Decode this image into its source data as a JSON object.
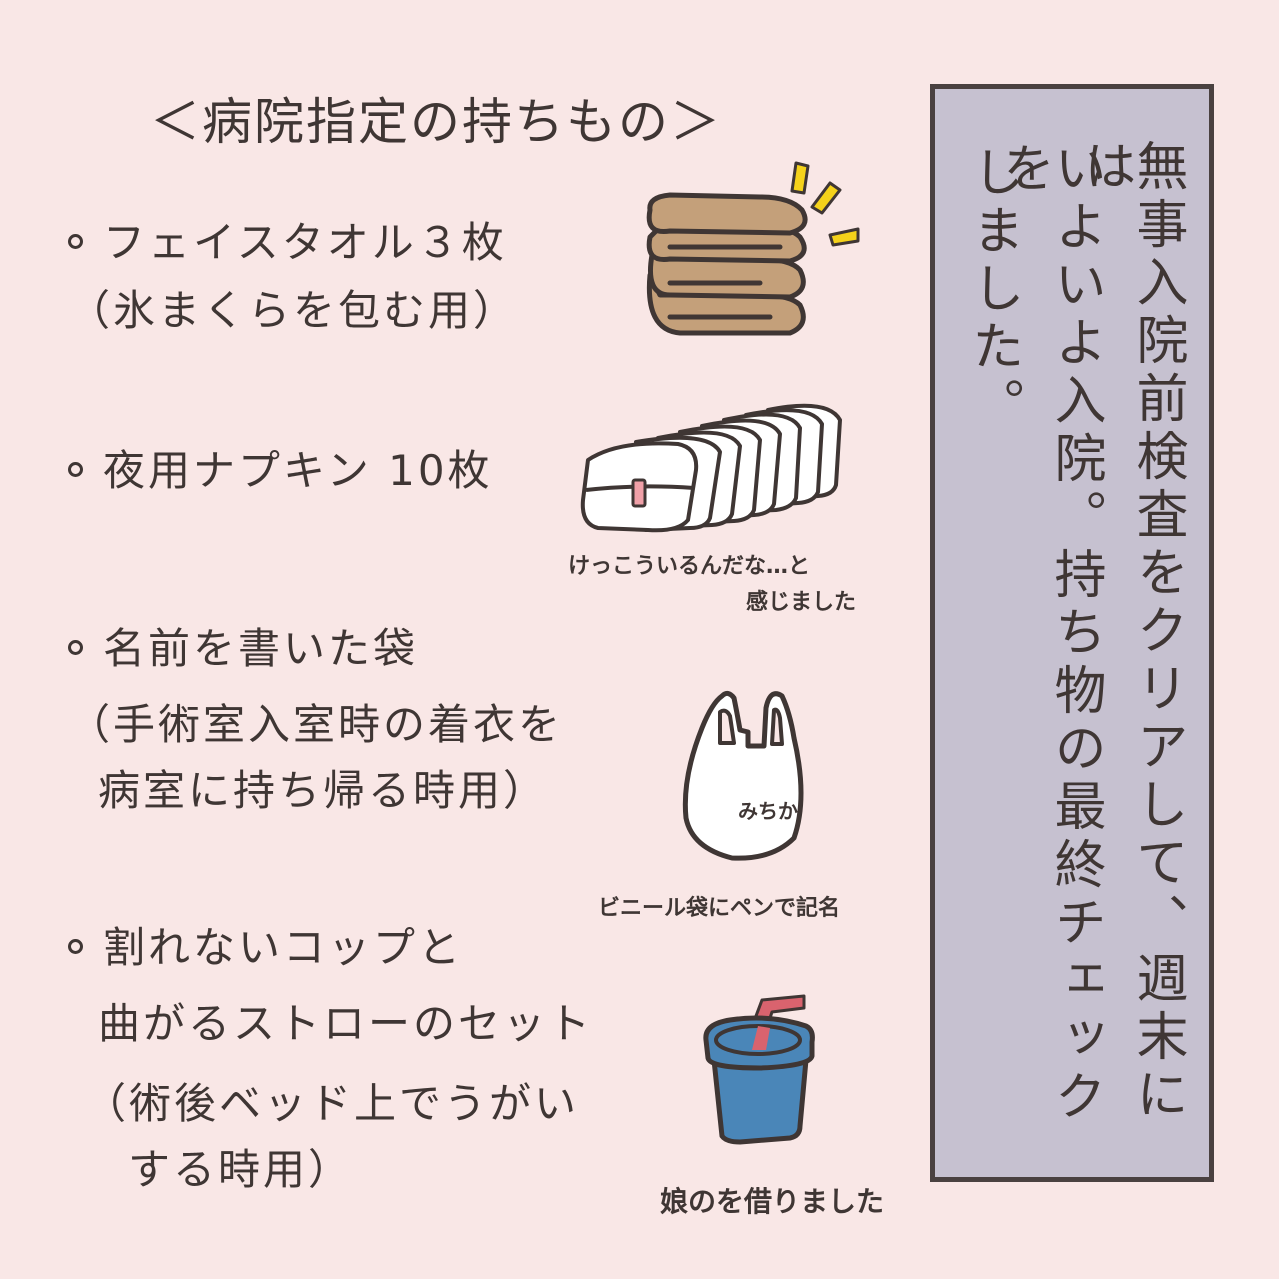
{
  "title": "＜病院指定の持ちもの＞",
  "items": [
    {
      "lines": [
        "フェイスタオル３枚",
        "（氷まくらを包む用）"
      ],
      "illustration": "towel-stack-icon"
    },
    {
      "lines": [
        "夜用ナプキン 10枚"
      ],
      "caption": [
        "けっこういるんだな…と",
        "感じました"
      ],
      "illustration": "pads-icon"
    },
    {
      "lines": [
        "名前を書いた袋",
        "（手術室入室時の着衣を",
        "病室に持ち帰る時用）"
      ],
      "caption": [
        "ビニール袋にペンで記名"
      ],
      "illustration": "plastic-bag-icon",
      "bag_label": "みちか"
    },
    {
      "lines": [
        "割れないコップと",
        "曲がるストローのセット",
        "（術後ベッド上でうがい",
        "する時用）"
      ],
      "caption": [
        "娘のを借りました"
      ],
      "illustration": "cup-straw-icon"
    }
  ],
  "side_panel": {
    "columns": [
      "無事入院前検査をクリアして、週末には",
      "いよいよ入院。持ち物の最終チェックを",
      "しました。"
    ]
  },
  "colors": {
    "background": "#f9e7e6",
    "panel": "#c6c1d0",
    "ink": "#3f3634",
    "towel": "#c4a07a",
    "sparkle": "#f5d21a",
    "cup": "#4a86b8",
    "straw": "#d9636e",
    "pad_tab": "#f0a0a8"
  }
}
